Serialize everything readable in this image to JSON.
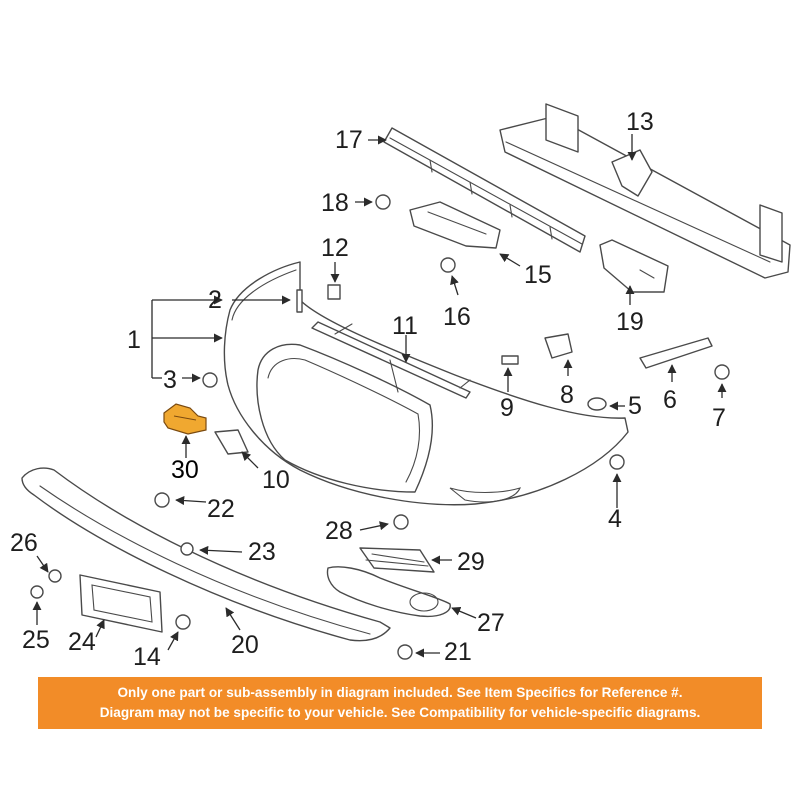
{
  "diagram": {
    "callouts": [
      "1",
      "2",
      "3",
      "4",
      "5",
      "6",
      "7",
      "8",
      "9",
      "10",
      "11",
      "12",
      "13",
      "14",
      "15",
      "16",
      "17",
      "18",
      "19",
      "20",
      "21",
      "22",
      "23",
      "24",
      "25",
      "26",
      "27",
      "28",
      "29",
      "30"
    ],
    "highlight_color": "#f0a830",
    "highlighted_callout": "30"
  },
  "notice": {
    "line1": "Only one part or sub-assembly in diagram included. See Item Specifics for Reference #.",
    "line2": "Diagram may not be specific to your vehicle. See Compatibility for vehicle-specific diagrams.",
    "background_color": "#f28c28"
  }
}
